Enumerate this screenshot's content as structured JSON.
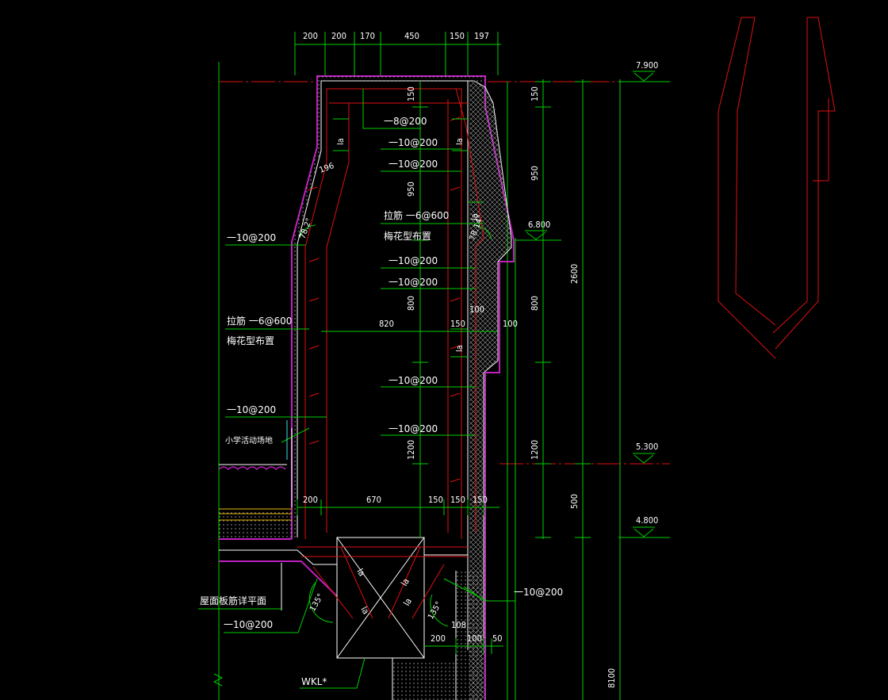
{
  "drawing": {
    "top_dims": [
      "200",
      "200",
      "170",
      "450",
      "150",
      "197"
    ],
    "right_vertical_dims": [
      "150",
      "950",
      "800",
      "1200",
      "500"
    ],
    "total_vertical_dims": [
      "2600",
      "8100"
    ],
    "inner_vertical_dims": [
      "150",
      "950",
      "800",
      "1200"
    ],
    "elevations": [
      "7.900",
      "6.800",
      "5.300",
      "4.800"
    ],
    "horizontal_dims_mid": [
      "820",
      "150",
      "100",
      "100"
    ],
    "horizontal_dims_bottom": [
      "200",
      "670",
      "150",
      "150",
      "150"
    ],
    "base_dims": [
      "200",
      "100",
      "50",
      "108"
    ],
    "angles": [
      "78.2°",
      "78.14°",
      "135°",
      "135°"
    ],
    "dim_196": "196",
    "la_label": "la",
    "rebar_labels": {
      "r1": "一8@200",
      "r2": "一10@200",
      "r3": "一10@200",
      "tie": "拉筋 一6@600",
      "plum": "梅花型布置",
      "r4": "一10@200",
      "r5": "一10@200",
      "r6": "一10@200",
      "r7": "一10@200",
      "left_r1": "一10@200",
      "left_tie": "拉筋 一6@600",
      "left_plum": "梅花型布置",
      "left_r2": "一10@200",
      "activity": "小学活动场地",
      "roof": "屋面板筋详平面",
      "left_r3": "一10@200",
      "right_r": "一10@200",
      "wkl": "WKL*"
    }
  }
}
